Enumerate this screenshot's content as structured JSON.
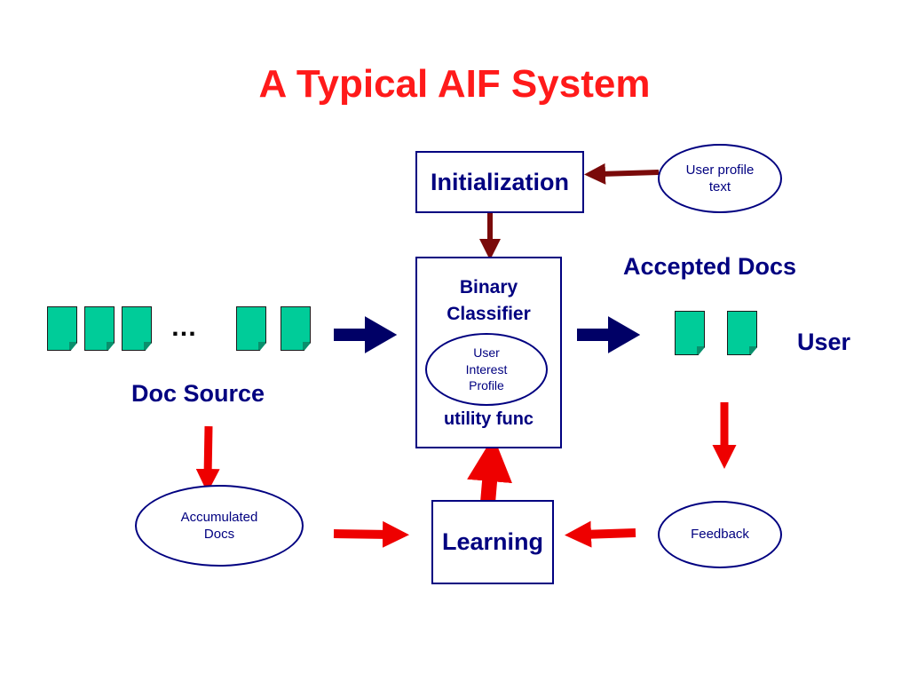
{
  "title": "A Typical AIF System",
  "nodes": {
    "initialization": "Initialization",
    "user_profile_text": [
      "User profile",
      "text"
    ],
    "binary_classifier": [
      "Binary",
      "Classifier"
    ],
    "user_interest_profile": [
      "User",
      "Interest",
      "Profile"
    ],
    "utility_func": "utility func",
    "accepted_docs": "Accepted Docs",
    "user": "User",
    "doc_source": "Doc Source",
    "ellipsis": "…",
    "accumulated_docs": [
      "Accumulated",
      "Docs"
    ],
    "learning": "Learning",
    "feedback": "Feedback"
  },
  "colors": {
    "title": "#ff1a1a",
    "text": "#000080",
    "doc_fill": "#00cc99",
    "arrow_dark_red": "#7a0a0a",
    "arrow_navy": "#000066",
    "arrow_red": "#ee0000"
  }
}
